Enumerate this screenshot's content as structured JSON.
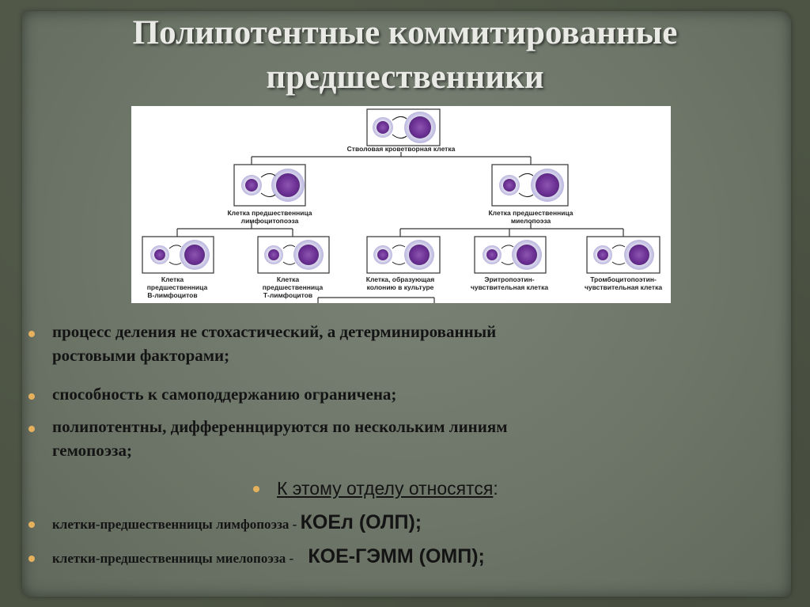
{
  "slide": {
    "title_line1": "Полипотентные коммитированные",
    "title_line2": "предшественники"
  },
  "diagram": {
    "root_label": "Стволовая кроветворная клетка",
    "mid_left_label_1": "Клетка предшественница",
    "mid_left_label_2": "лимфоцитопоэза",
    "mid_right_label_1": "Клетка предшественница",
    "mid_right_label_2": "миелопоэза",
    "leaf1_label_1": "Клетка",
    "leaf1_label_2": "предшественница",
    "leaf1_label_3": "В-лимфоцитов",
    "leaf2_label_1": "Клетка",
    "leaf2_label_2": "предшественница",
    "leaf2_label_3": "Т-лимфоцитов",
    "leaf3_label_1": "Клетка, образующая",
    "leaf3_label_2": "колонию в культуре",
    "leaf4_label_1": "Эритропоэтин-",
    "leaf4_label_2": "чувствительная клетка",
    "leaf5_label_1": "Тромбоцитопоэтин-",
    "leaf5_label_2": "чувствительная клетка"
  },
  "bullets": {
    "b1_line1": "процесс деления не стохастический, а детерминированный",
    "b1_line2": "ростовыми факторами;",
    "b2": "способность к самоподдержанию ограничена;",
    "b3_line1": "полипотентны, дифференнцируются по нескольким линиям",
    "b3_line2": "гемопоэза;",
    "center": "К этому отделу относятся",
    "center_colon": ":",
    "b4_text": "клетки-предшественницы лимфопоэза  - ",
    "b4_code": "КОЕл (ОЛП);",
    "b5_text": "клетки-предшественницы миелопоэза  - ",
    "b5_code": "КОЕ-ГЭММ (ОМП);"
  },
  "colors": {
    "bullet_dot": "#e6b15c",
    "cell_nucleus": "#7b3f9e",
    "cell_halo": "#c9c7e6"
  }
}
